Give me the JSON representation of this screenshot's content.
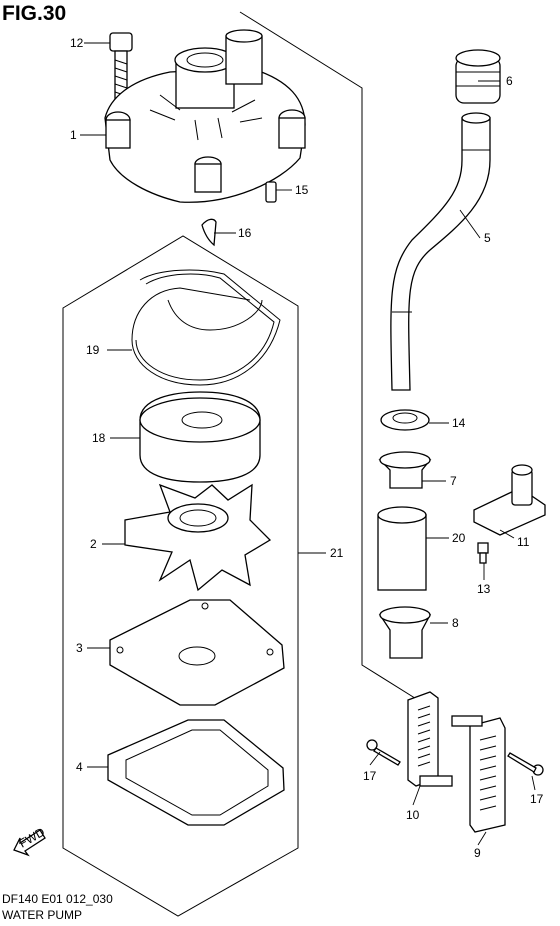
{
  "figure_title": "FIG.30",
  "model_code": "DF140 E01 012_030",
  "diagram_name": "WATER PUMP",
  "fwd_label": "FWD",
  "callouts": {
    "c1": "1",
    "c2": "2",
    "c3": "3",
    "c4": "4",
    "c5": "5",
    "c6": "6",
    "c7": "7",
    "c8": "8",
    "c9": "9",
    "c10": "10",
    "c11": "11",
    "c12": "12",
    "c13": "13",
    "c14": "14",
    "c15": "15",
    "c16": "16",
    "c17a": "17",
    "c17b": "17",
    "c18": "18",
    "c19": "19",
    "c20": "20",
    "c21": "21"
  }
}
